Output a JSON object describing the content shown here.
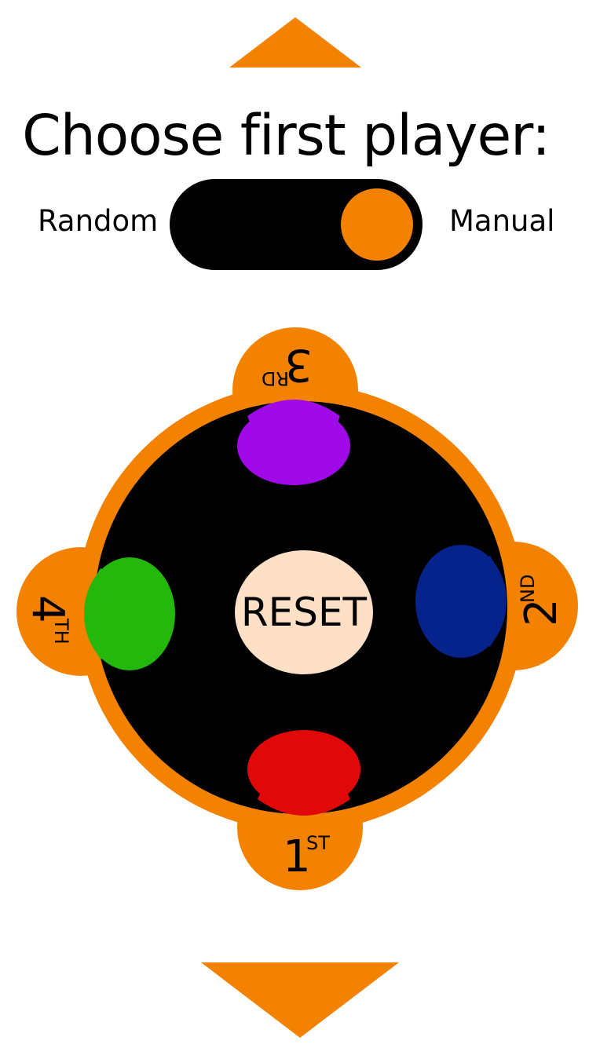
{
  "header": {
    "title": "Choose first player:"
  },
  "mode_toggle": {
    "left_label": "Random",
    "right_label": "Manual",
    "selected": "Manual"
  },
  "board": {
    "reset_label": "RESET",
    "players": [
      {
        "position": "bottom",
        "place_number": "1",
        "place_suffix": "ST",
        "color": "#e00808"
      },
      {
        "position": "right",
        "place_number": "2",
        "place_suffix": "ND",
        "color": "#05238a"
      },
      {
        "position": "top",
        "place_number": "3",
        "place_suffix": "RD",
        "color": "#a10ae8"
      },
      {
        "position": "left",
        "place_number": "4",
        "place_suffix": "TH",
        "color": "#24b70c"
      }
    ]
  },
  "colors": {
    "accent": "#f28200",
    "board": "#000000",
    "reset_fill": "#fde0c5"
  }
}
